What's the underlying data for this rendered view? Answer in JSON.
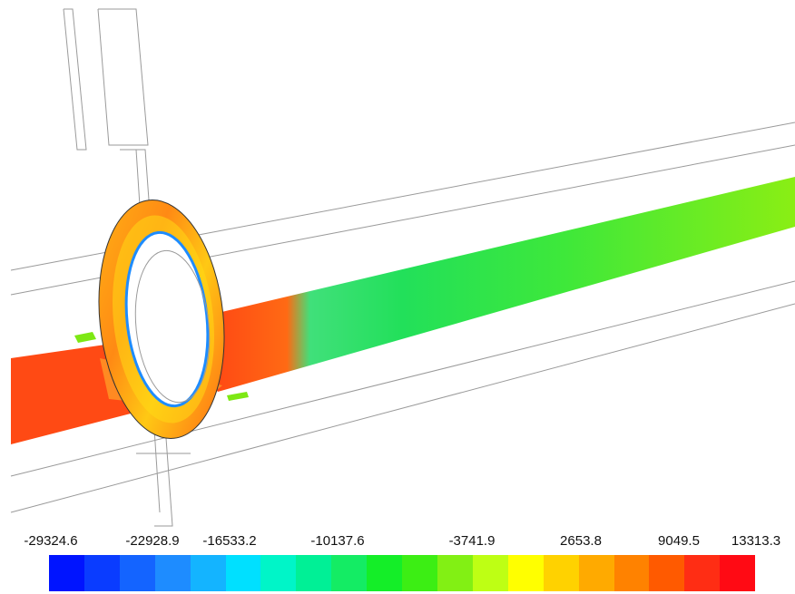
{
  "legend": {
    "tick_labels": [
      "-29324.6",
      "-22928.9",
      "-16533.2",
      "-10137.6",
      "-3741.9",
      "2653.8",
      "9049.5",
      "13313.3"
    ],
    "colors": [
      "#0014ff",
      "#0a3cff",
      "#1464ff",
      "#1e8cff",
      "#14b4ff",
      "#00e0ff",
      "#00f5c8",
      "#00f096",
      "#14ec64",
      "#14ee28",
      "#3cee14",
      "#82f014",
      "#beff14",
      "#ffff00",
      "#ffd200",
      "#ffaa00",
      "#ff8200",
      "#ff5a00",
      "#ff2d14",
      "#ff0a14"
    ]
  },
  "colors": {
    "ring_outer": "#ff7a14",
    "ring_mid": "#ffc814",
    "beam_left": "#ff4a14",
    "beam_right": "#96ee14",
    "beam_center": "#28e650",
    "wireframe": "#9a9a9a"
  }
}
